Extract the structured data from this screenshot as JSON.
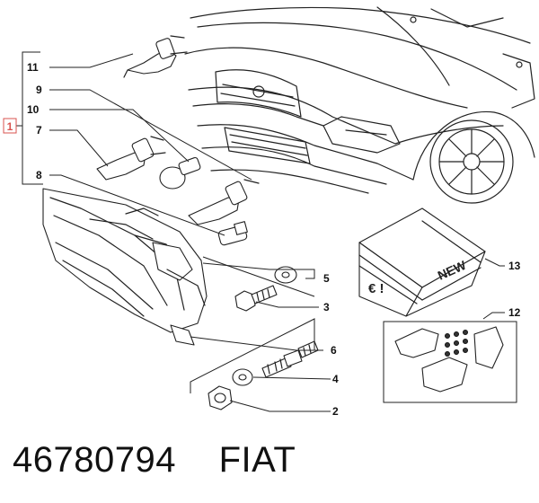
{
  "callouts": [
    {
      "id": "1",
      "text": "1"
    },
    {
      "id": "2",
      "text": "2"
    },
    {
      "id": "3",
      "text": "3"
    },
    {
      "id": "4",
      "text": "4"
    },
    {
      "id": "5",
      "text": "5"
    },
    {
      "id": "6",
      "text": "6"
    },
    {
      "id": "7",
      "text": "7"
    },
    {
      "id": "8",
      "text": "8"
    },
    {
      "id": "9",
      "text": "9"
    },
    {
      "id": "10",
      "text": "10"
    },
    {
      "id": "11",
      "text": "11"
    },
    {
      "id": "12",
      "text": "12"
    },
    {
      "id": "13",
      "text": "13"
    }
  ],
  "box_label": "NEW",
  "box_symbol": "€ !",
  "part_number": "46780794",
  "brand": "FIAT",
  "colors": {
    "line": "#222222",
    "highlight": "#d9534f",
    "background": "#ffffff"
  }
}
